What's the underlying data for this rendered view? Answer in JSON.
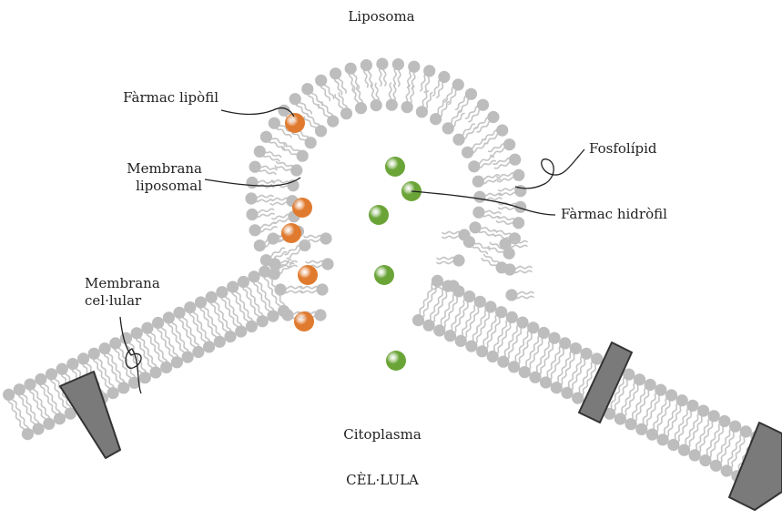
{
  "labels": {
    "liposoma": "Liposoma",
    "farmac_lipofil": "Fàrmac lipòfil",
    "membrana_liposomal": [
      "Membrana",
      "liposomal"
    ],
    "membrana_cellular": [
      "Membrana",
      "cel·lular"
    ],
    "fosfolipid": "Fosfolípid",
    "farmac_hidrofil": "Fàrmac hidròfil",
    "citoplasma": "Citoplasma",
    "cellula": "CÈL·LULA"
  },
  "colors": {
    "phospholipid_head": "#bdbdbd",
    "phospholipid_tail": "#c4c4c4",
    "lipophilic_drug": "#e07a2e",
    "hydrophilic_drug": "#6aa437",
    "membrane_protein": "#7a7a7a",
    "leader_line": "#222222",
    "text": "#222222"
  }
}
